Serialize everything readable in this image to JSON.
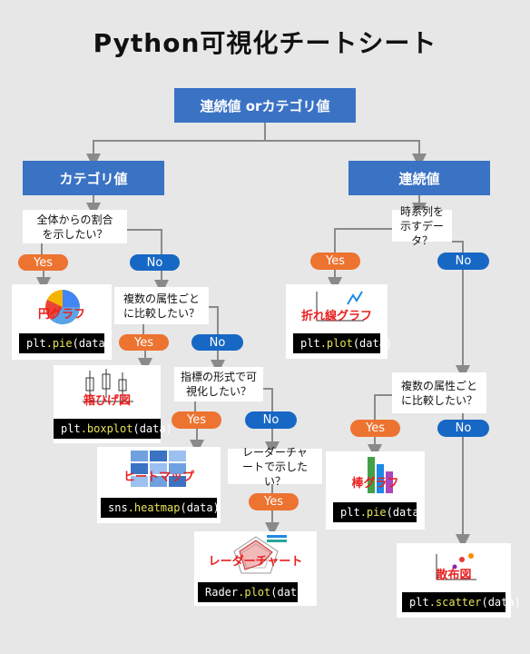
{
  "title": "Python可視化チートシート",
  "root": "連続値 orカテゴリ値",
  "cat": "カテゴリ値",
  "cont": "連続値",
  "q_whole": "全体からの割合を示したい？",
  "q_attr1": "複数の属性ごとに比較したい？",
  "q_index": "指標の形式で可視化したい？",
  "q_radar": "レーダーチャートで示したい？",
  "q_time": "時系列を示すデータ？",
  "q_attr2": "複数の属性ごとに比較したい？",
  "yes": "Yes",
  "no": "No",
  "pie": {
    "label": "円グラフ",
    "mod": "plt",
    "fn": ".pie",
    "arg": "(data)"
  },
  "box": {
    "label": "箱ひげ図",
    "mod": "plt",
    "fn": ".boxplot",
    "arg": "(data)"
  },
  "heat": {
    "label": "ヒートマップ",
    "mod": "sns",
    "fn": ".heatmap",
    "arg": "(data)"
  },
  "radar": {
    "label": "レーダーチャート",
    "mod": "Rader",
    "fn": ".plot",
    "arg": "(data)"
  },
  "line": {
    "label": "折れ線グラフ",
    "mod": "plt",
    "fn": ".plot",
    "arg": "(data)"
  },
  "bar": {
    "label": "棒グラフ",
    "mod": "plt",
    "fn": ".pie",
    "arg": "(data)"
  },
  "scatter": {
    "label": "散布図",
    "mod": "plt",
    "fn": ".scatter",
    "arg": "(data)"
  },
  "colors": {
    "blue": "#3a72c4",
    "orange": "#ed7330",
    "navy": "#1767c4",
    "red": "#ea1f1f",
    "yellow": "#e8e45a"
  }
}
